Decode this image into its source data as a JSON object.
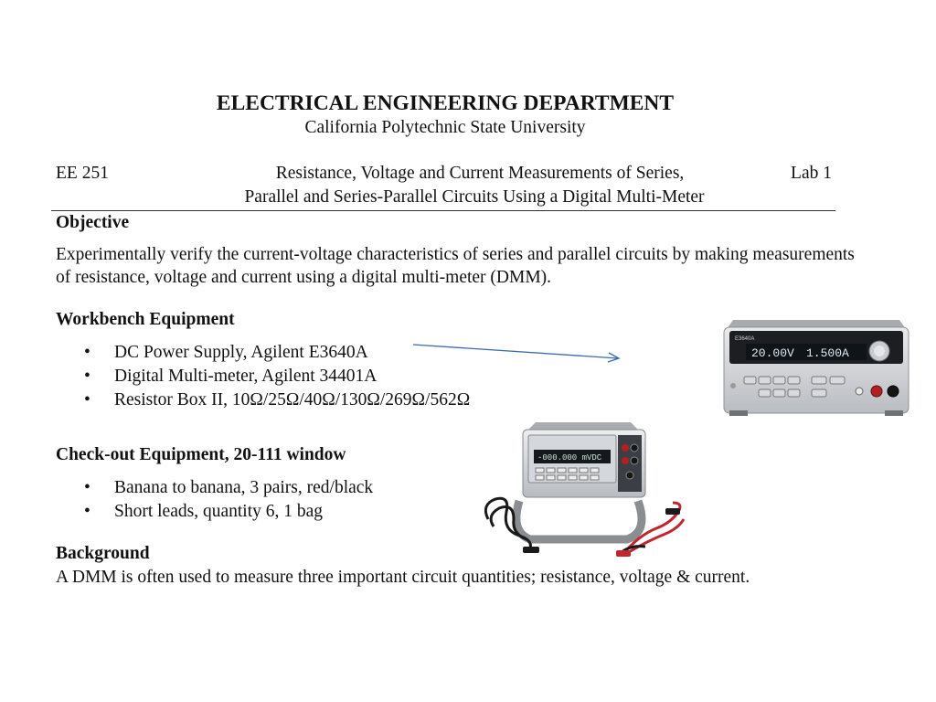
{
  "header": {
    "department": "ELECTRICAL ENGINEERING DEPARTMENT",
    "university": "California Polytechnic State University"
  },
  "course_line": {
    "course": "EE 251",
    "title_line1": "Resistance, Voltage and Current Measurements of Series,",
    "title_line2": "Parallel and Series-Parallel Circuits Using a Digital Multi-Meter",
    "lab": "Lab 1"
  },
  "objective": {
    "heading": "Objective",
    "text": "Experimentally verify the current-voltage characteristics of series and parallel circuits by making measurements of resistance, voltage and current using a digital multi-meter (DMM)."
  },
  "workbench": {
    "heading": "Workbench Equipment",
    "bullet": "•",
    "items": [
      "DC Power Supply, Agilent E3640A",
      "Digital Multi-meter, Agilent 34401A",
      "Resistor Box II, 10Ω/25Ω/40Ω/130Ω/269Ω/562Ω"
    ]
  },
  "checkout": {
    "heading": "Check-out Equipment, 20-111 window",
    "bullet": "•",
    "items": [
      "Banana to banana, 3 pairs, red/black",
      "Short leads, quantity 6, 1 bag"
    ]
  },
  "background": {
    "heading": "Background",
    "text": "A DMM is often used to measure three important circuit quantities; resistance, voltage & current."
  },
  "power_supply_photo": {
    "model_label": "E3640A",
    "display_voltage": "20.00V",
    "display_current": "1.500A"
  },
  "dmm_photo": {
    "display_reading": "-000.000 mVDC"
  },
  "colors": {
    "arrow": "#3a6ab0",
    "lead_red": "#c0262b",
    "lead_black": "#1a1a1a"
  }
}
